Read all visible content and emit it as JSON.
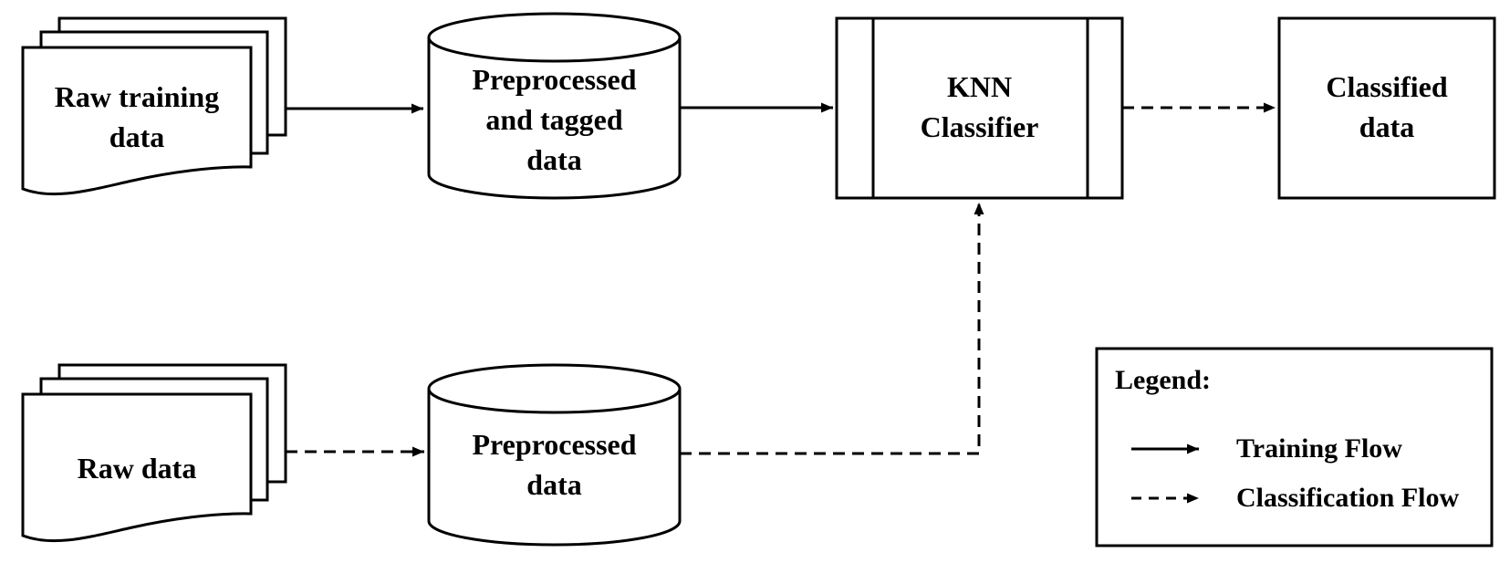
{
  "diagram": {
    "background": "#ffffff",
    "stroke_color": "#000000",
    "text_color": "#000000",
    "nodes": {
      "raw_training_data": {
        "label": "Raw training\ndata",
        "shape": "document-stack"
      },
      "preprocessed_tagged_data": {
        "label": "Preprocessed\nand tagged\ndata",
        "shape": "database-cylinder"
      },
      "knn_classifier": {
        "label": "KNN\nClassifier",
        "shape": "predefined-process"
      },
      "classified_data": {
        "label": "Classified\ndata",
        "shape": "rectangle"
      },
      "raw_data": {
        "label": "Raw data",
        "shape": "document-stack"
      },
      "preprocessed_data": {
        "label": "Preprocessed\ndata",
        "shape": "database-cylinder"
      }
    },
    "edges": [
      {
        "from": "raw_training_data",
        "to": "preprocessed_tagged_data",
        "style": "solid"
      },
      {
        "from": "preprocessed_tagged_data",
        "to": "knn_classifier",
        "style": "solid"
      },
      {
        "from": "knn_classifier",
        "to": "classified_data",
        "style": "dashed"
      },
      {
        "from": "raw_data",
        "to": "preprocessed_data",
        "style": "dashed"
      },
      {
        "from": "preprocessed_data",
        "to": "knn_classifier",
        "style": "dashed"
      }
    ],
    "legend": {
      "title": "Legend:",
      "entries": [
        {
          "style": "solid",
          "label": "Training Flow"
        },
        {
          "style": "dashed",
          "label": "Classification Flow"
        }
      ]
    }
  }
}
